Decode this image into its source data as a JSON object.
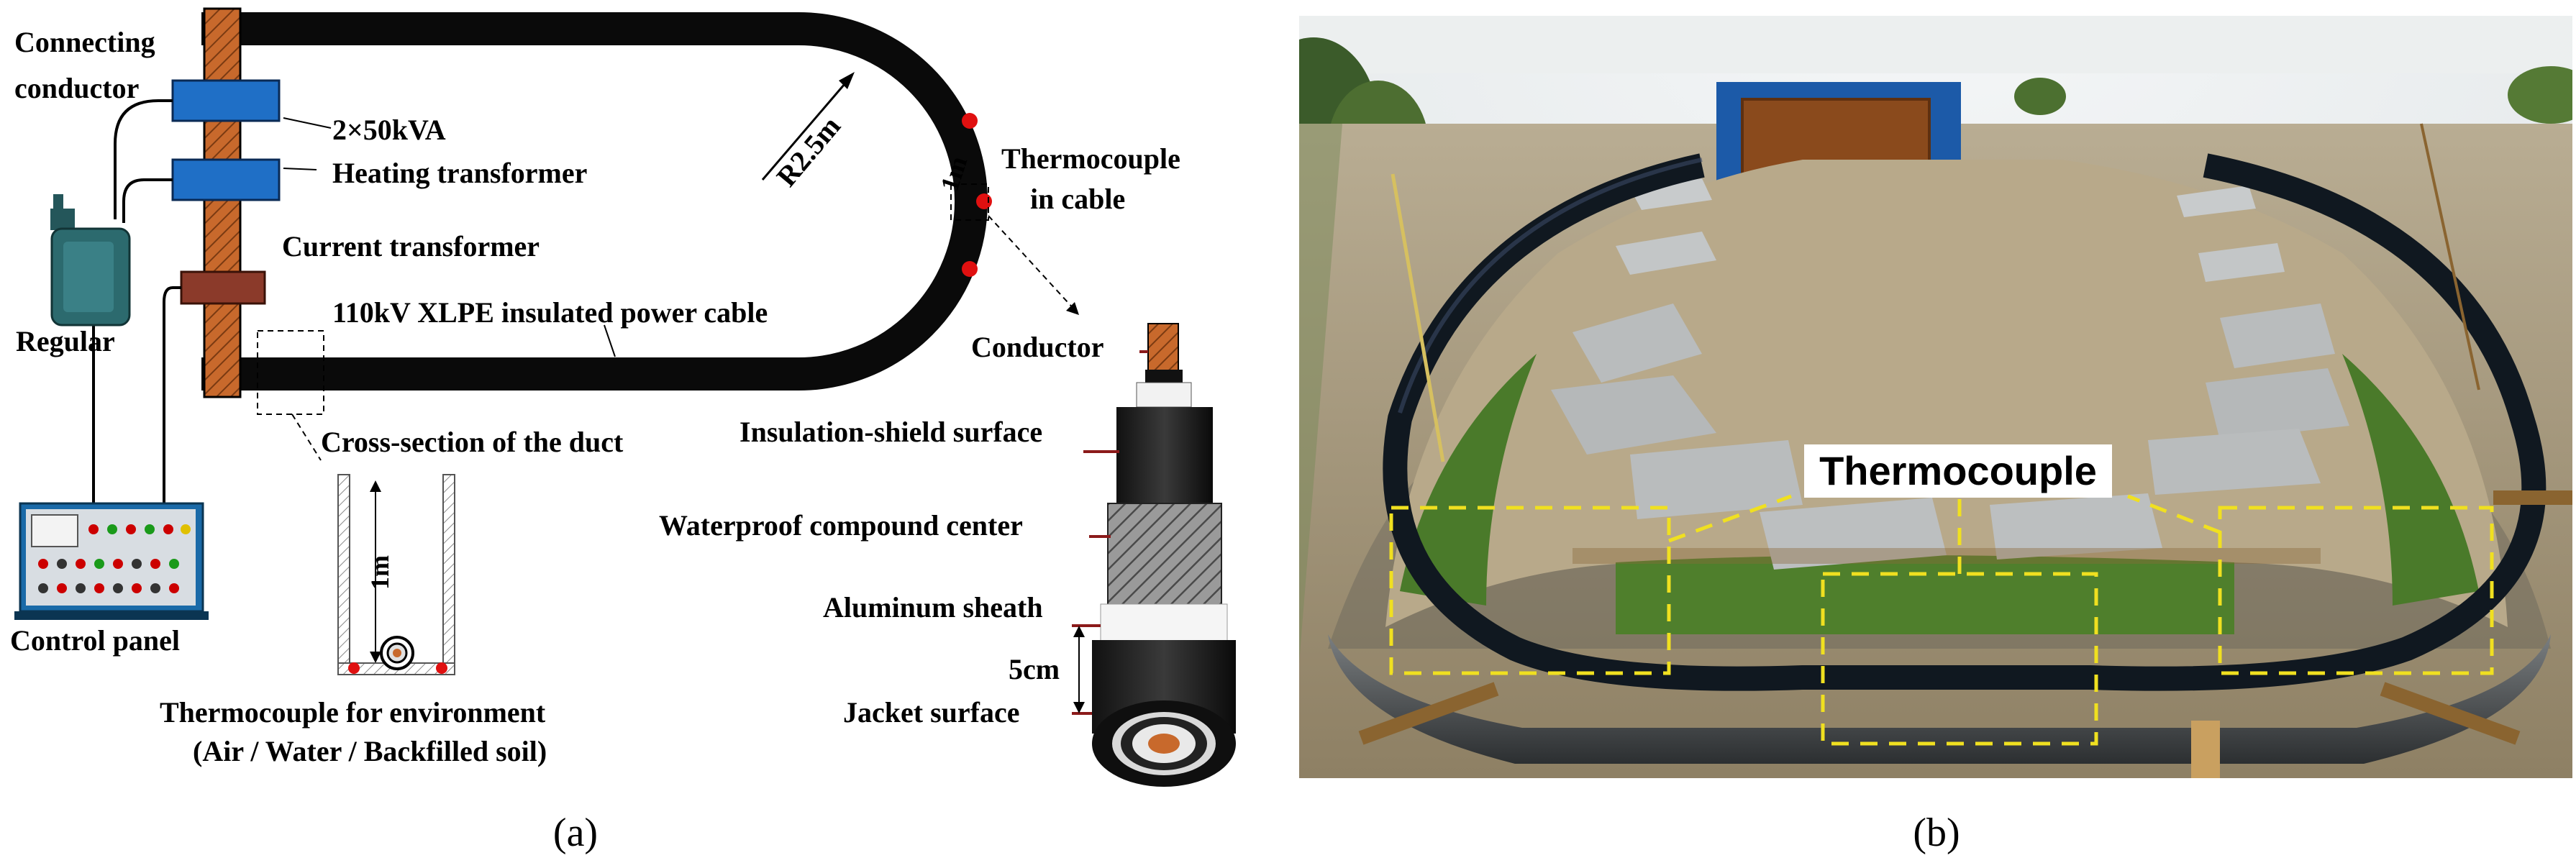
{
  "panel_a": {
    "caption": "(a)",
    "labels": {
      "connecting_conductor_1": "Connecting",
      "connecting_conductor_2": "conductor",
      "transformer_rating": "2×50kVA",
      "heating_transformer": "Heating transformer",
      "current_transformer": "Current transformer",
      "regular": "Regular",
      "cable_name": "110kV XLPE insulated power cable",
      "radius": "R2.5m",
      "length": "1m",
      "thermocouple_cable_1": "Thermocouple",
      "thermocouple_cable_2": "in cable",
      "duct_cross_section": "Cross-section of the duct",
      "duct_depth": "1m",
      "control_panel": "Control panel",
      "env_thermocouple_1": "Thermocouple for environment",
      "env_thermocouple_2": "(Air / Water / Backfilled soil)",
      "conductor": "Conductor",
      "insulation_shield": "Insulation-shield surface",
      "waterproof": "Waterproof compound center",
      "aluminum": "Aluminum sheath",
      "spacing": "5cm",
      "jacket": "Jacket surface"
    }
  },
  "panel_b": {
    "caption": "(b)",
    "thermocouple_label": "Thermocouple"
  },
  "colors": {
    "cable": "#0a0a0a",
    "copper": "#c8692c",
    "transformer_blue": "#1f6fc6",
    "current_transformer": "#8b3a2a",
    "regulator": "#2c6a6e",
    "thermocouple_dot": "#e01010",
    "highlight_yellow": "#f0e020"
  }
}
